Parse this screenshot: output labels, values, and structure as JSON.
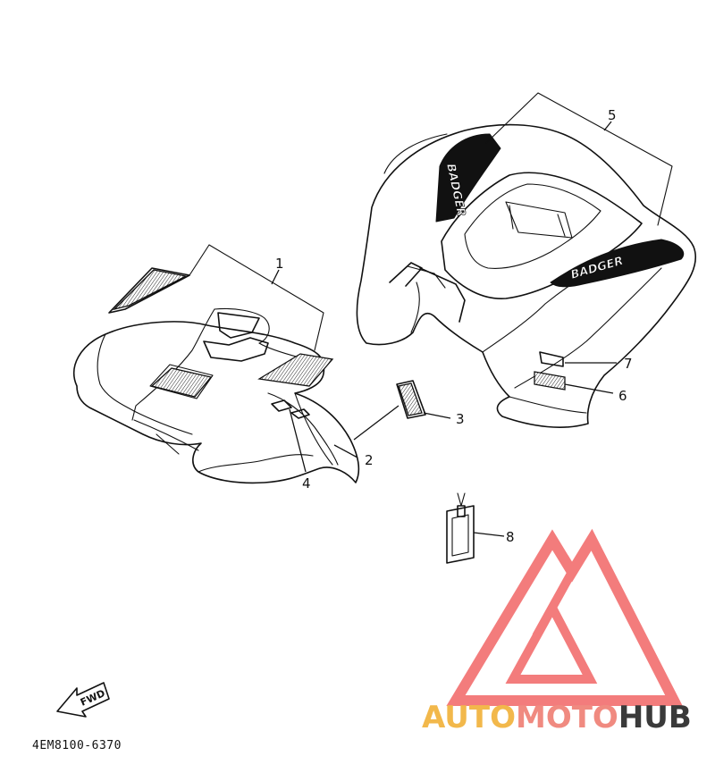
{
  "diagram": {
    "callouts": {
      "c1": "1",
      "c2": "2",
      "c3": "3",
      "c4": "4",
      "c5": "5",
      "c6": "6",
      "c7": "7",
      "c8": "8"
    },
    "decal_text_rear": "BADGER",
    "decal_text_rear_side": "BADGER",
    "fwd_label": "FWD",
    "diagram_code": "4EM8100-6370"
  },
  "watermark": {
    "part1": "AUTO",
    "part2": "MOTO",
    "part3": "HUB",
    "colors": {
      "auto": "#f2b84b",
      "moto": "#f08a80",
      "hub": "#3a3a3a",
      "logo": "#f26a6a"
    }
  }
}
